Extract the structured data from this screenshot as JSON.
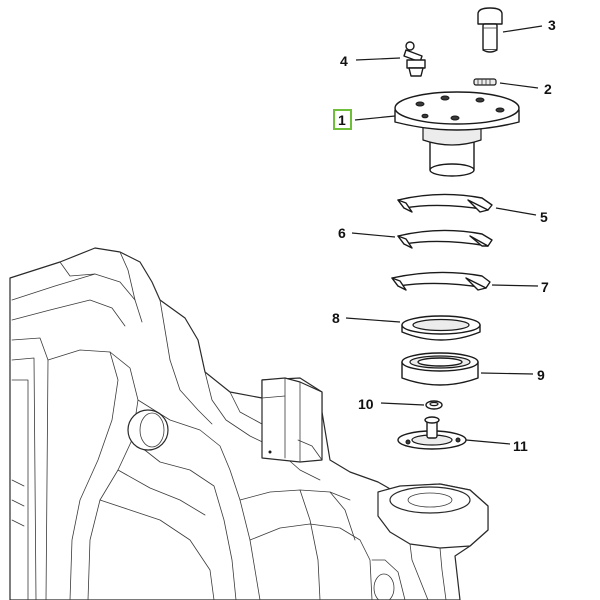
{
  "accent_color": "#6fbf3a",
  "highlighted_callout": "1",
  "callouts": [
    {
      "id": "1",
      "label": "1"
    },
    {
      "id": "2",
      "label": "2"
    },
    {
      "id": "3",
      "label": "3"
    },
    {
      "id": "4",
      "label": "4"
    },
    {
      "id": "5",
      "label": "5"
    },
    {
      "id": "6",
      "label": "6"
    },
    {
      "id": "7",
      "label": "7"
    },
    {
      "id": "8",
      "label": "8"
    },
    {
      "id": "9",
      "label": "9"
    },
    {
      "id": "10",
      "label": "10"
    },
    {
      "id": "11",
      "label": "11"
    }
  ]
}
